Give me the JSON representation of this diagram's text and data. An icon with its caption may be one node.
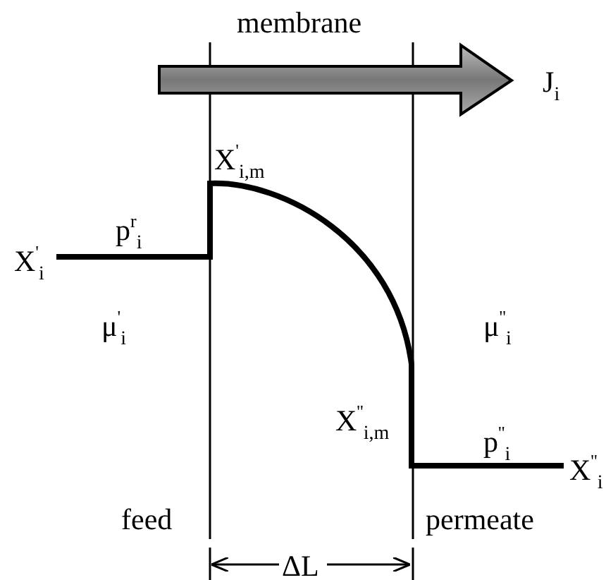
{
  "diagram": {
    "labels": [
      "membrane",
      "J$_{i}$",
      "X$^{'}$$_{i,m}$",
      "p$^{r}$$_{i}$",
      "X$^{'}$$_{i}$",
      "μ$^{'}$$_{i}$",
      "μ$^{''}$$_{i}$",
      "X$^{''}$$_{i,m}$",
      "p$^{''}$$_{i}$",
      "X$^{''}$$_{i}$",
      "feed",
      "permeate",
      "ΔL"
    ]
  }
}
